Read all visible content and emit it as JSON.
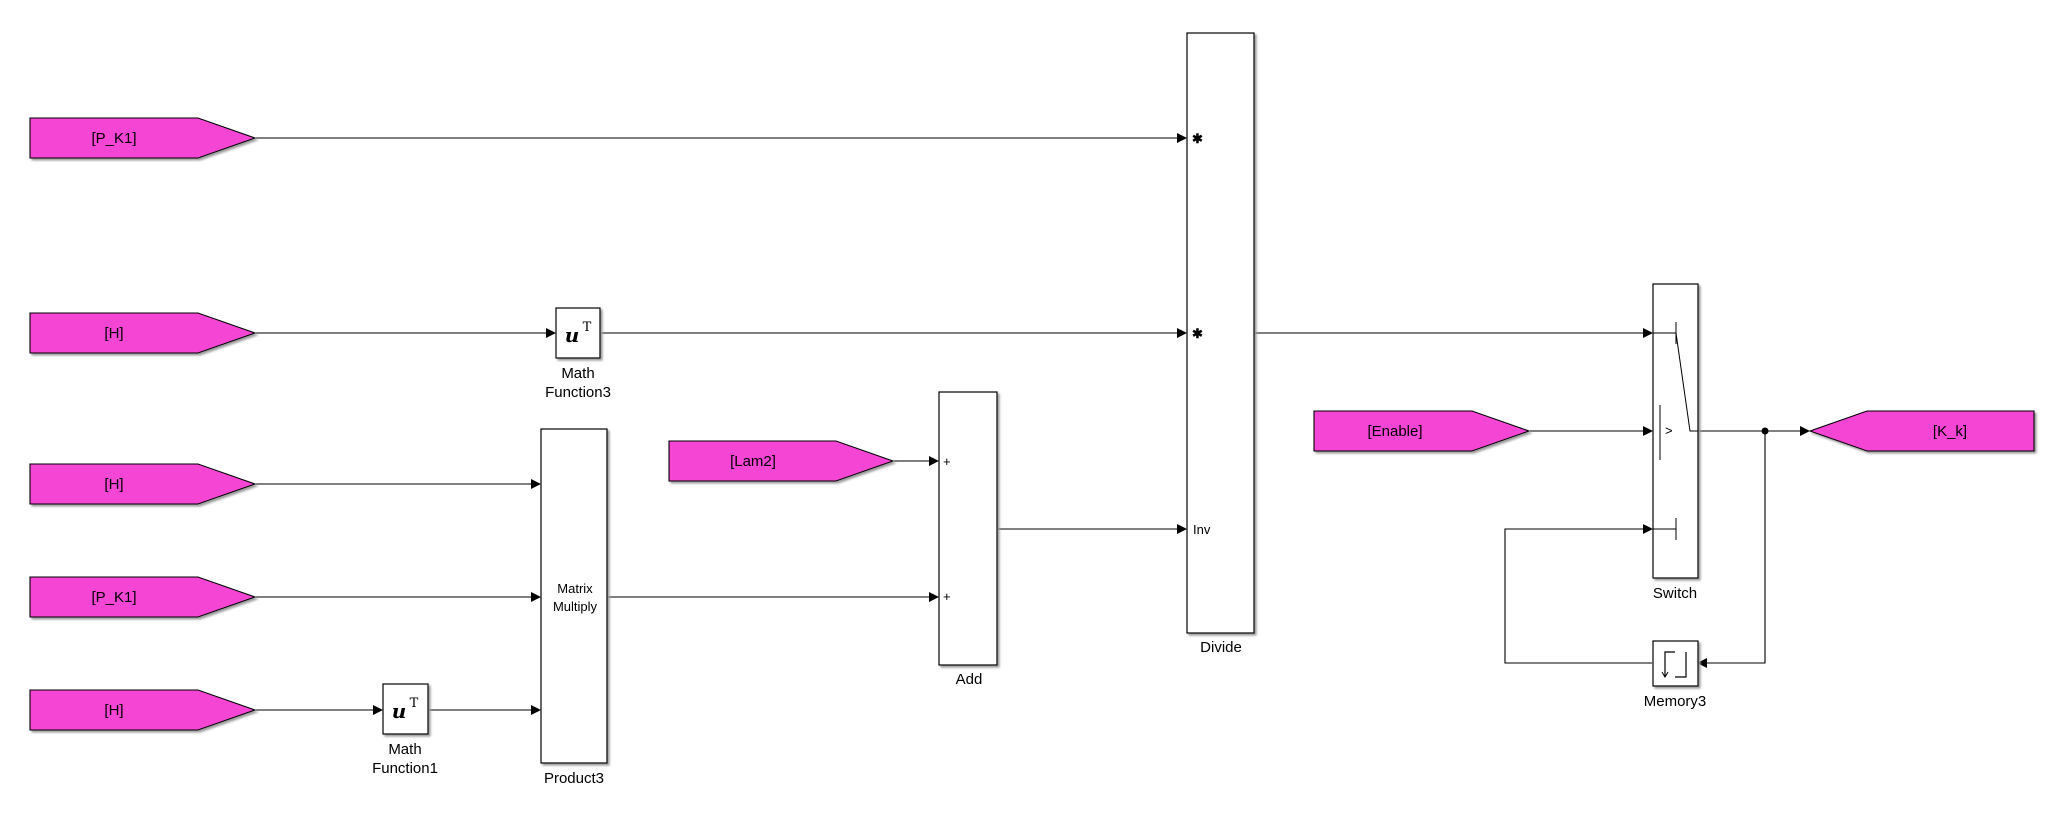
{
  "goto_from_tags": {
    "from_pk1_top": "[P_K1]",
    "from_h_top": "[H]",
    "from_h_mid": "[H]",
    "from_pk1_mid": "[P_K1]",
    "from_h_bottom": "[H]",
    "from_lam2": "[Lam2]",
    "from_enable": "[Enable]",
    "goto_kk": "[K_k]"
  },
  "blocks": {
    "math_function3": {
      "symbol": "u",
      "superscript": "T",
      "name_line1": "Math",
      "name_line2": "Function3"
    },
    "math_function1": {
      "symbol": "u",
      "superscript": "T",
      "name_line1": "Math",
      "name_line2": "Function1"
    },
    "product3": {
      "text_line1": "Matrix",
      "text_line2": "Multiply",
      "name": "Product3"
    },
    "add": {
      "port1": "+",
      "port2": "+",
      "name": "Add"
    },
    "divide": {
      "port1": "✱",
      "port2": "✱",
      "port3": "Inv",
      "name": "Divide"
    },
    "switch": {
      "criterion": ">",
      "name": "Switch"
    },
    "memory3": {
      "name": "Memory3"
    }
  },
  "colors": {
    "tag_fill": "#f545d4",
    "wire": "#000000",
    "block_fill": "#ffffff"
  }
}
